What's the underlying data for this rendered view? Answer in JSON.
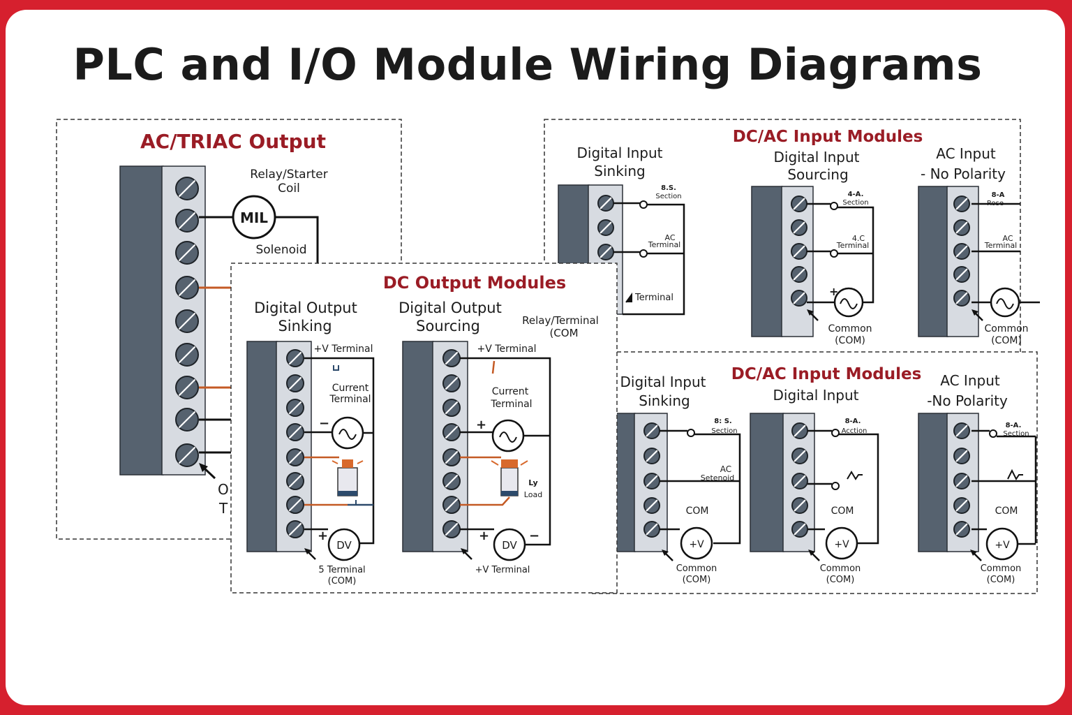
{
  "title": "PLC and I/O Module Wiring Diagrams",
  "colors": {
    "frame": "#d6202e",
    "accent": "#9a1c25",
    "module_dark": "#56626f",
    "module_light": "#d7dbe1",
    "wire_orange": "#c45a24",
    "wire_blue": "#2c4a6b"
  },
  "panels": {
    "ac_triac": {
      "heading": "AC/TRIAC Output",
      "coil_label_1": "Relay/Starter",
      "coil_label_2": "Coil",
      "coil_symbol": "MIL",
      "solenoid": "Solenoid",
      "cut_1": "O",
      "cut_2": "T"
    },
    "dc_output": {
      "heading": "DC Output Modules",
      "sinking_1": "Digital Output",
      "sinking_2": "Sinking",
      "sourcing_1": "Digital Output",
      "sourcing_2": "Sourcing",
      "relay_1": "Relay/Terminal",
      "relay_2": "(COM",
      "sink_vterm": "+V Terminal",
      "sink_current_1": "Current",
      "sink_current_2": "Terminal",
      "sink_bottom_1": "5 Terminal",
      "sink_bottom_2": "(COM)",
      "src_vterm": "+V Terminal",
      "src_current_1": "Current",
      "src_current_2": "Terminal",
      "src_load_1": "Ly",
      "src_load_2": "Load",
      "src_bottom": "+V Terminal",
      "dv": "DV",
      "plus": "+",
      "minus": "−"
    },
    "dcac_top": {
      "heading": "DC/AC Input Modules",
      "col1_1": "Digital Input",
      "col1_2": "Sinking",
      "col2_1": "Digital Input",
      "col2_2": "Sourcing",
      "col3_1": "AC Input",
      "col3_2": "- No Polarity",
      "c1_t1_1": "8.S.",
      "c1_t1_2": "Section",
      "c1_t2_1": "AC",
      "c1_t2_2": "Terminal",
      "c1_t3": "Terminal",
      "c2_t1_1": "4-A.",
      "c2_t1_2": "Section",
      "c2_t2_1": "4.C",
      "c2_t2_2": "Terminal",
      "c2_com_1": "Common",
      "c2_com_2": "(COM)",
      "c3_t1_1": "8-A",
      "c3_t1_2": "Rose",
      "c3_t2_1": "AC",
      "c3_t2_2": "Terminal",
      "c3_com_1": "Common",
      "c3_com_2": "(COM)",
      "plus": "+"
    },
    "dcac_bottom": {
      "heading": "DC/AC Input Modules",
      "col1_1": "Digital Input",
      "col1_2": "Sinking",
      "col2_1": "Digital Input",
      "col3_1": "AC Input",
      "col3_2": "-No Polarity",
      "c1_t1_1": "8: S.",
      "c1_t1_2": "Section",
      "c1_t2_1": "AC",
      "c1_t2_2": "Setenoid",
      "c1_com": "COM",
      "c1_bot_1": "Common",
      "c1_bot_2": "(COM)",
      "c2_t1_1": "8-A.",
      "c2_t1_2": "Acction",
      "c2_com": "COM",
      "c2_bot_1": "Common",
      "c2_bot_2": "(COM)",
      "c3_t1_1": "8-A.",
      "c3_t1_2": "Section",
      "c3_com": "COM",
      "c3_bot_1": "Common",
      "c3_bot_2": "(COM)",
      "v": "+V"
    }
  }
}
